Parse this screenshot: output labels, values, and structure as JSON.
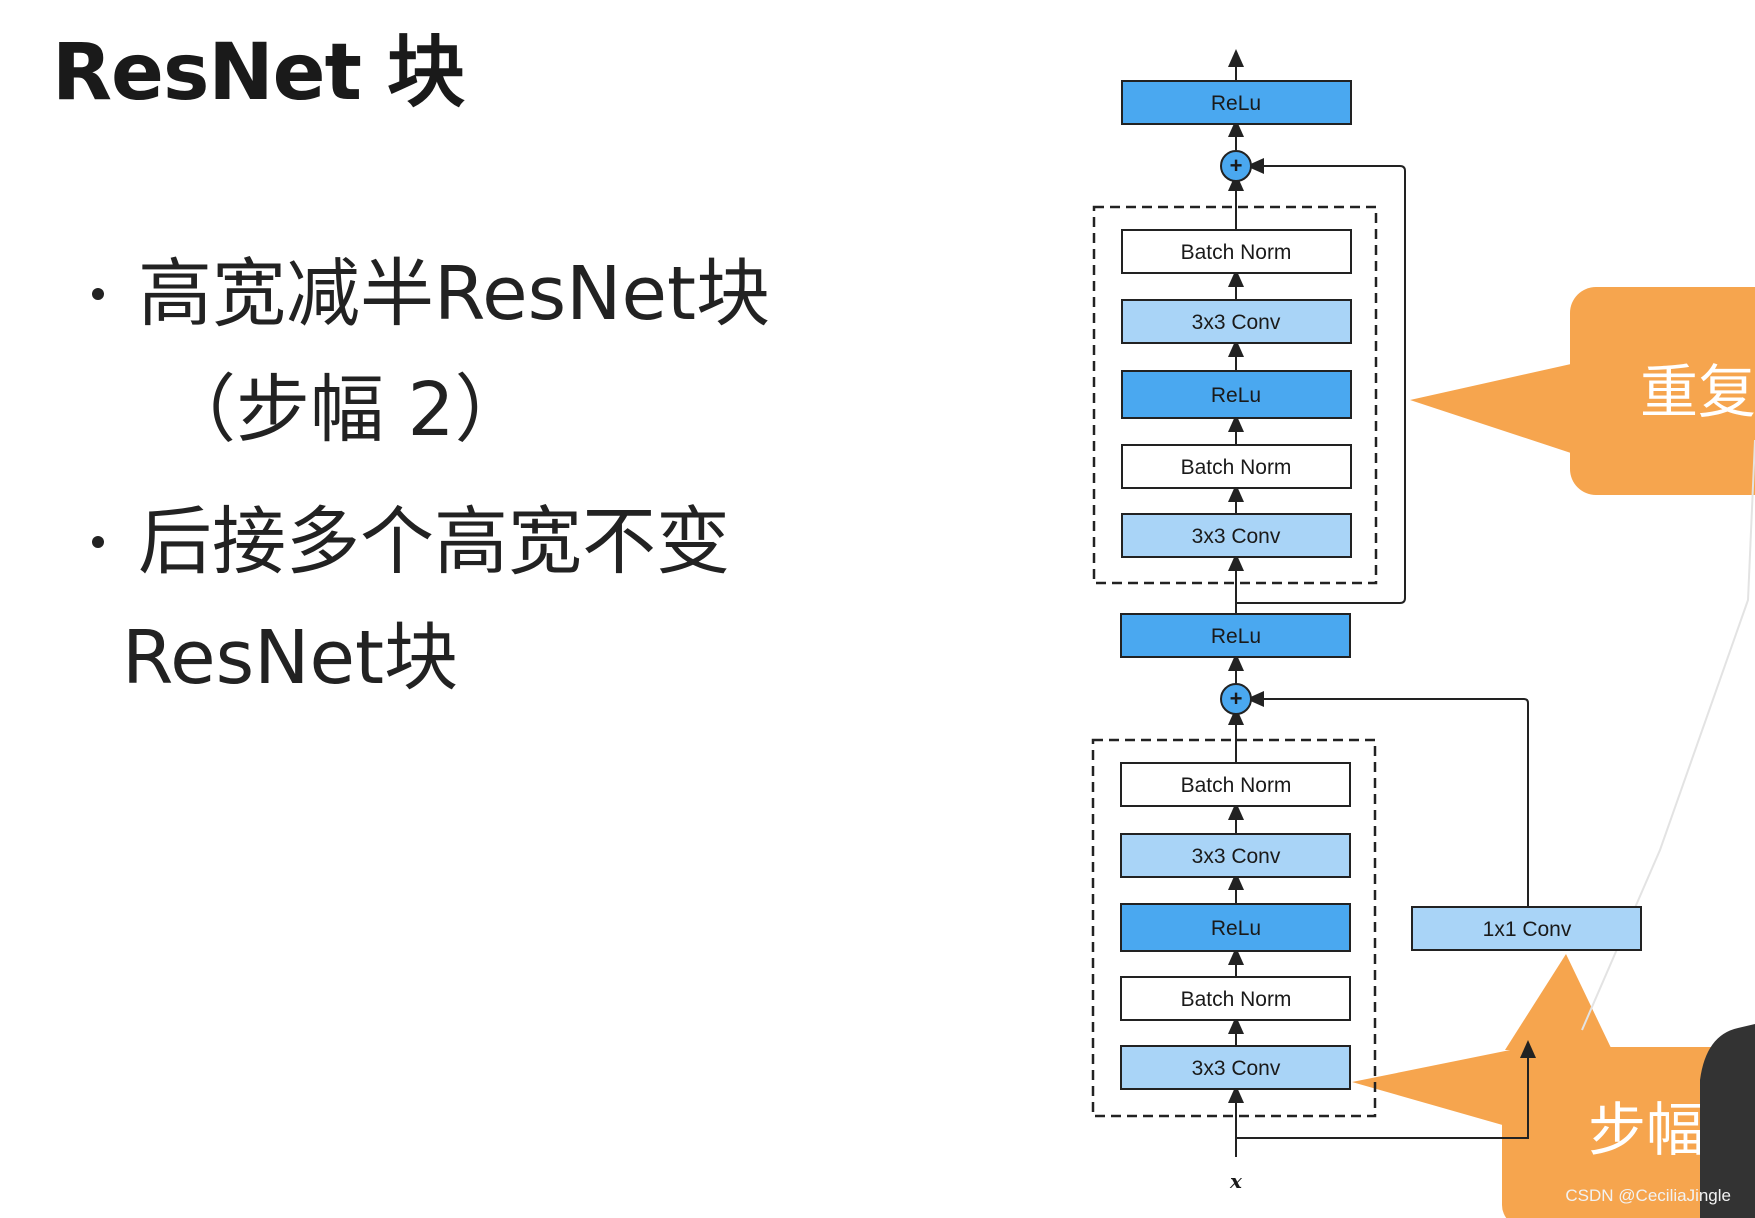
{
  "title": "ResNet 块",
  "bullets": [
    {
      "line1": "高宽减半ResNet块",
      "line2": "（步幅 2）"
    },
    {
      "line1": "后接多个高宽不变",
      "line2": "ResNet块"
    }
  ],
  "diagram": {
    "upper_block": {
      "relu_out": "ReLu",
      "add": "+",
      "layers_top_to_bottom": [
        "Batch Norm",
        "3x3 Conv",
        "ReLu",
        "Batch Norm",
        "3x3 Conv"
      ]
    },
    "middle_relu": "ReLu",
    "lower_block": {
      "add": "+",
      "layers_top_to_bottom": [
        "Batch Norm",
        "3x3 Conv",
        "ReLu",
        "Batch Norm",
        "3x3 Conv"
      ],
      "shortcut_conv": "1x1 Conv"
    },
    "input_label": "x",
    "colors": {
      "relu": "#4aa8f0",
      "conv": "#a9d4f7",
      "norm": "#ffffff",
      "callout": "#f6a54e"
    }
  },
  "callouts": {
    "upper": "重复",
    "lower": "步幅"
  },
  "watermark": "CSDN @CeciliaJingle"
}
